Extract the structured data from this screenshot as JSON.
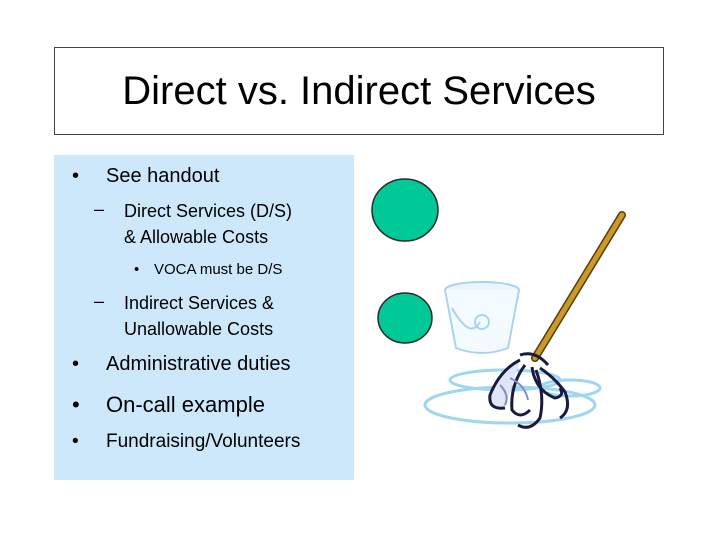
{
  "slide": {
    "title": "Direct vs. Indirect Services",
    "bullets": {
      "b1": "See handout",
      "b1_1": [
        "Direct Services (D/S)",
        "& Allowable Costs"
      ],
      "b1_1_1": "VOCA must be D/S",
      "b1_2": [
        "Indirect Services &",
        "Unallowable Costs"
      ],
      "b2": "Administrative duties",
      "b3": "On-call example",
      "b4": "Fundraising/Volunteers"
    },
    "markers": {
      "level1": "•",
      "level2": "–",
      "level3": "•"
    },
    "colors": {
      "panel": "#cde8fb",
      "circle": "#00c896",
      "mop_handle": "#b8860b",
      "water": "#aad8f0"
    },
    "icons": [
      "green-circle-icon",
      "bucket-icon",
      "mop-icon",
      "water-puddle-icon"
    ]
  }
}
